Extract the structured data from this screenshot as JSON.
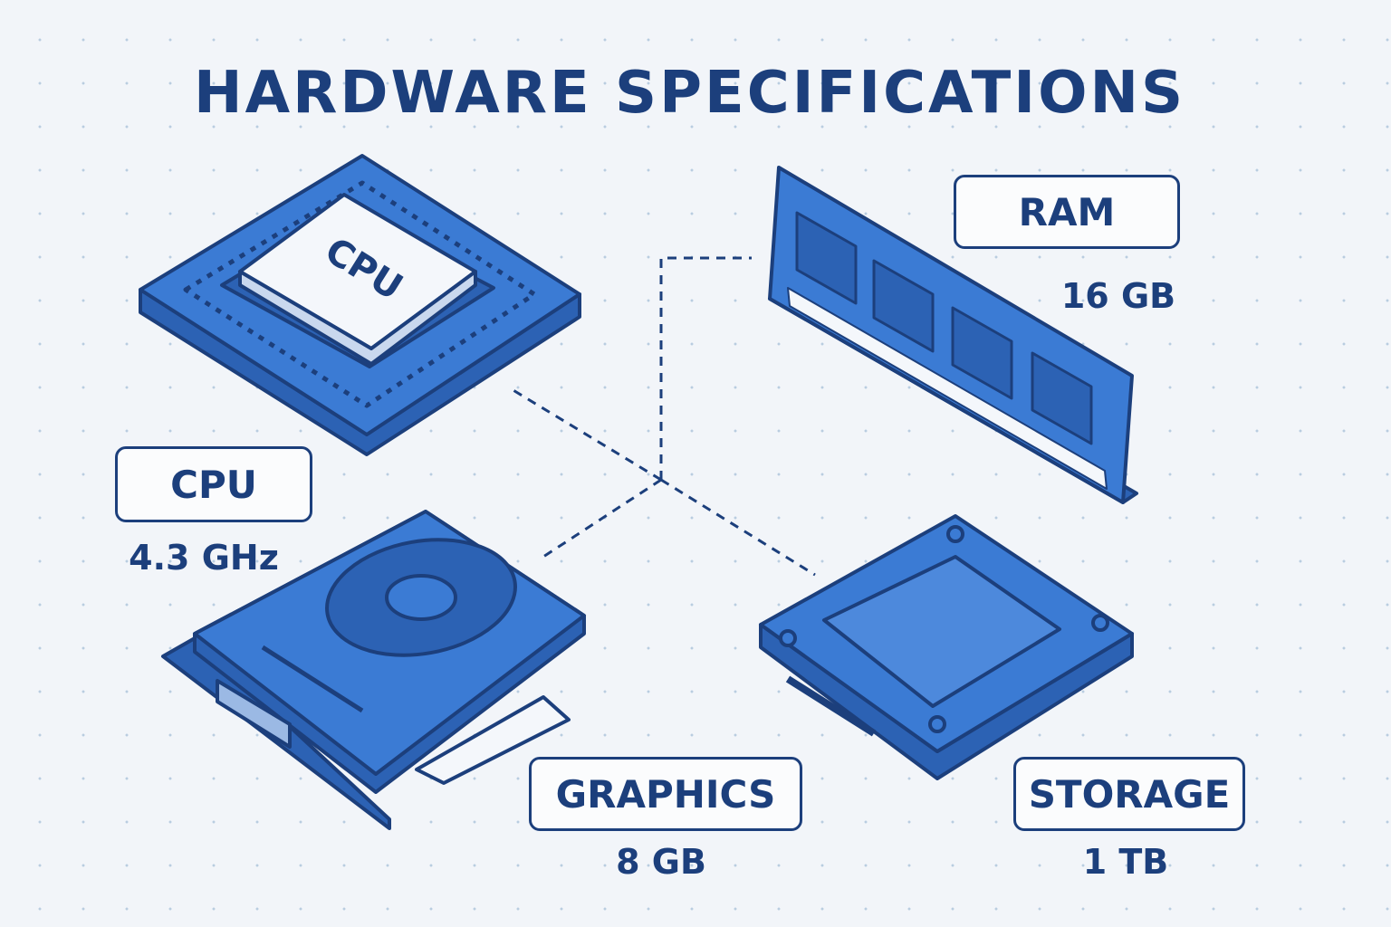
{
  "title": "HARDWARE SPECIFICATIONS",
  "components": {
    "cpu": {
      "label": "CPU",
      "value": "4.3 GHz",
      "chip_text": "CPU"
    },
    "ram": {
      "label": "RAM",
      "value": "16 GB"
    },
    "graphics": {
      "label": "GRAPHICS",
      "value": "8 GB"
    },
    "storage": {
      "label": "STORAGE",
      "value": "1 TB"
    }
  },
  "colors": {
    "primary": "#3b7bd4",
    "outline": "#1c3f7c",
    "background": "#f2f5f9"
  }
}
